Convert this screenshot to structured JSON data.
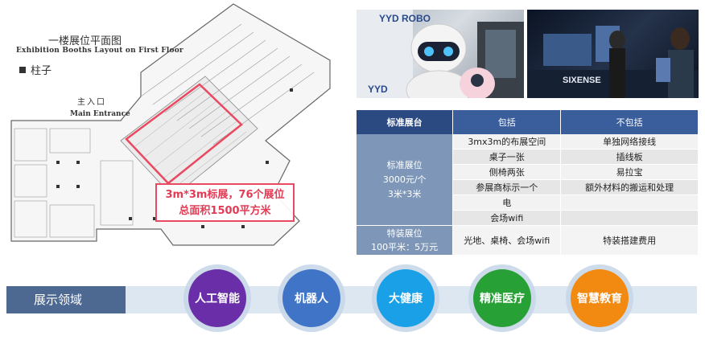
{
  "floorplan": {
    "title_cn": "一楼展位平面图",
    "title_en": "Exhibition Booths Layout on First Floor",
    "legend_label": "柱子",
    "entrance_cn": "主入口",
    "entrance_en": "Main Entrance",
    "callout_line1": "3m*3m标展，76个展位",
    "callout_line2": "总面积1500平方米",
    "highlight_color": "#e94a61"
  },
  "photos": {
    "left_sign": "YYD ROBO",
    "left_banner": "YYD",
    "right_brand": "SIXENSE"
  },
  "table": {
    "headers": [
      "标准展台",
      "包括",
      "不包括"
    ],
    "standard": {
      "label_line1": "标准展位",
      "label_line2": "3000元/个",
      "label_line3": "3米*3米",
      "rows": [
        [
          "3mx3m的布展空间",
          "单独网络接线"
        ],
        [
          "桌子一张",
          "插线板"
        ],
        [
          "侧椅两张",
          "易拉宝"
        ],
        [
          "参展商标示一个",
          "额外材料的搬运和处理"
        ],
        [
          "电",
          ""
        ],
        [
          "会场wifi",
          ""
        ]
      ]
    },
    "special": {
      "label_line1": "特装展位",
      "label_line2": "100平米：5万元",
      "include": "光地、桌椅、会场wifi",
      "exclude": "特装搭建费用"
    }
  },
  "domains": {
    "label": "展示领域",
    "items": [
      {
        "name": "人工智能",
        "color": "#6a2fa8"
      },
      {
        "name": "机器人",
        "color": "#3f74c7"
      },
      {
        "name": "大健康",
        "color": "#19a0e6"
      },
      {
        "name": "精准医疗",
        "color": "#27a035"
      },
      {
        "name": "智慧教育",
        "color": "#f28a12"
      }
    ]
  }
}
